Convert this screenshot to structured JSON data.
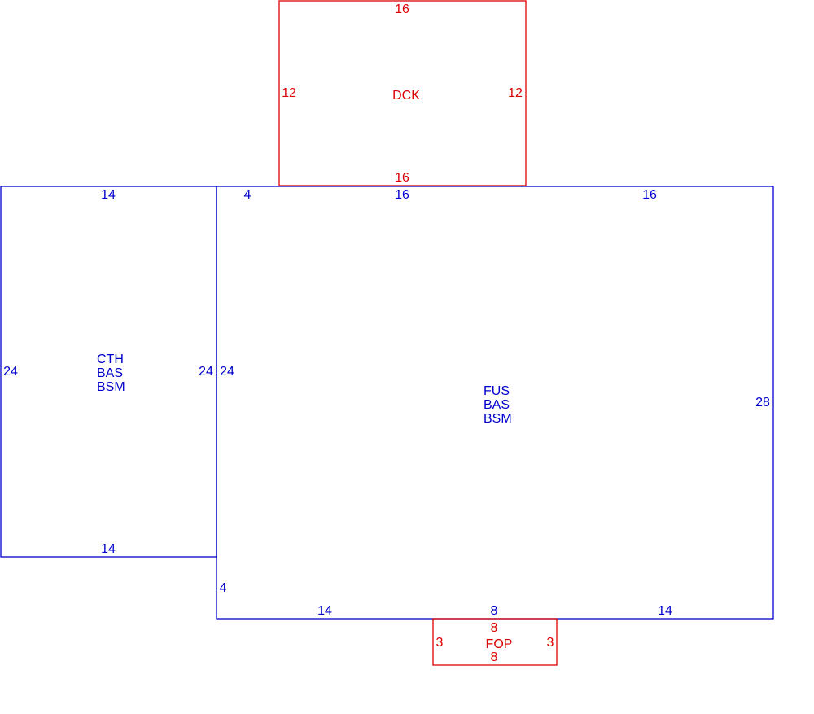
{
  "colors": {
    "living": "#0000cc",
    "exterior": "#dd0000",
    "background": "#ffffff"
  },
  "areas": {
    "dck": {
      "labels": [
        "DCK"
      ],
      "dims": {
        "top": "16",
        "bottom": "16",
        "left": "12",
        "right": "12"
      }
    },
    "cth": {
      "labels": [
        "CTH",
        "BAS",
        "BSM"
      ],
      "dims": {
        "top": "14",
        "bottom": "14",
        "left": "24",
        "right": "24"
      }
    },
    "fus": {
      "labels": [
        "FUS",
        "BAS",
        "BSM"
      ],
      "dims": {
        "top_left": "4",
        "top_mid": "16",
        "top_right": "16",
        "left_upper": "24",
        "left_lower": "4",
        "right": "28",
        "bottom_left": "14",
        "bottom_mid": "8",
        "bottom_right": "14"
      }
    },
    "fop": {
      "labels": [
        "FOP"
      ],
      "dims": {
        "top": "8",
        "bottom": "8",
        "left": "3",
        "right": "3"
      }
    }
  }
}
